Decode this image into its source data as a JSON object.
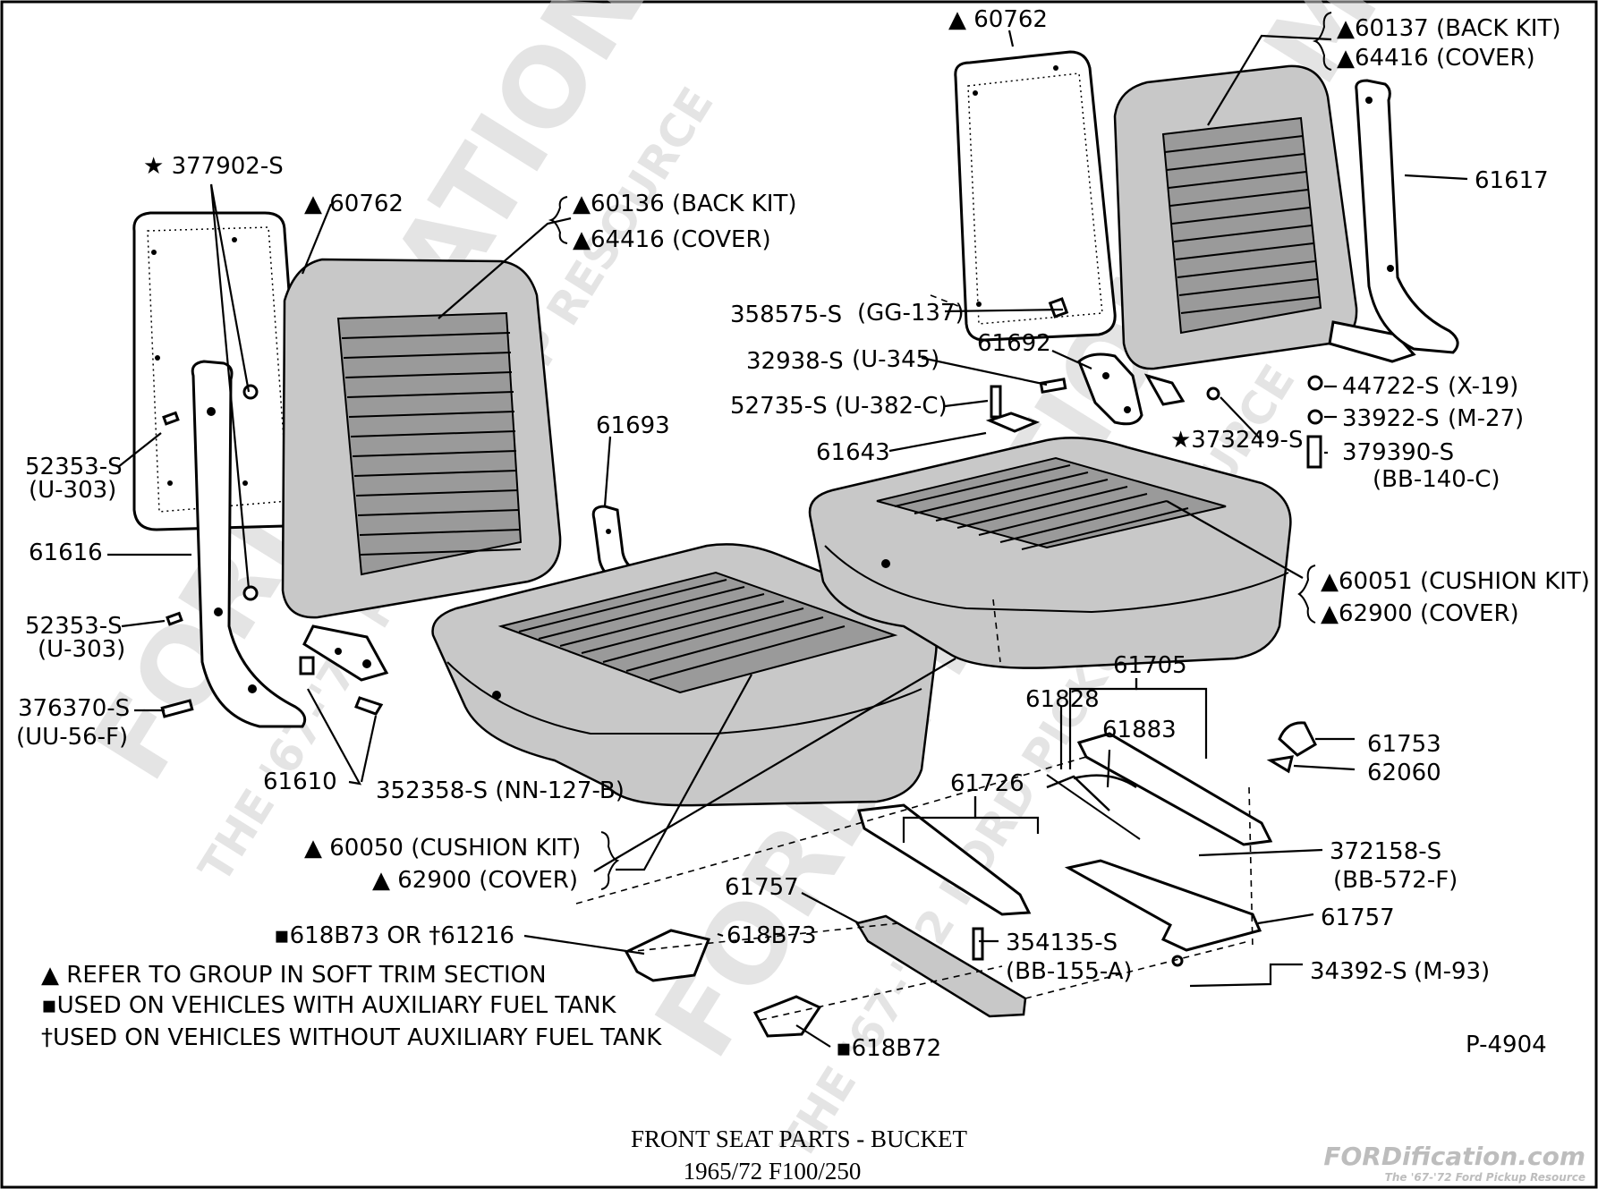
{
  "labels": {
    "l_60762_left": "▲ 60762",
    "l_377902": "★ 377902-S",
    "l_60136": "▲60136 (BACK KIT)",
    "l_64416_left": "▲64416 (COVER)",
    "l_52353_a": "52353-S",
    "l_52353_a_sub": "(U-303)",
    "l_61616": "61616",
    "l_52353_b": "52353-S",
    "l_52353_b_sub": "(U-303)",
    "l_376370": "376370-S",
    "l_376370_sub": "(UU-56-F)",
    "l_61610": "61610",
    "l_352358": "352358-S (NN-127-B)",
    "l_61693": "61693",
    "l_60050": "▲ 60050 (CUSHION KIT)",
    "l_62900_left": "▲ 62900 (COVER)",
    "l_60762_right": "▲ 60762",
    "l_60137": "▲60137 (BACK KIT)",
    "l_64416_right": "▲64416 (COVER)",
    "l_61617": "61617",
    "l_358575": "358575-S",
    "l_gg137": "(GG-137)",
    "l_61692": "61692",
    "l_32938": "32938-S",
    "l_u345": "(U-345)",
    "l_52735": "52735-S (U-382-C)",
    "l_61643": "61643",
    "l_373249": "★373249-S",
    "l_44722": "44722-S",
    "l_x19": "(X-19)",
    "l_33922": "33922-S",
    "l_m27": "(M-27)",
    "l_379390": "379390-S",
    "l_379390_sub": "(BB-140-C)",
    "l_60051": "▲60051 (CUSHION KIT)",
    "l_62900_right": "▲62900 (COVER)",
    "l_61705": "61705",
    "l_61828": "61828",
    "l_61883": "61883",
    "l_61753": "61753",
    "l_62060": "62060",
    "l_61726": "61726",
    "l_372158": "372158-S",
    "l_372158_sub": "(BB-572-F)",
    "l_61757_top": "61757",
    "l_61757_right": "61757",
    "l_618b73_or": "▪618B73 OR †61216",
    "l_618b73": "618B73",
    "l_354135": "354135-S",
    "l_354135_sub": "(BB-155-A)",
    "l_34392": "34392-S",
    "l_m93": "(M-93)",
    "l_618b72": "▪618B72",
    "l_p4904": "P-4904"
  },
  "legend": {
    "line1": "▲ REFER TO GROUP IN SOFT TRIM SECTION",
    "line2": "▪USED ON VEHICLES WITH AUXILIARY FUEL TANK",
    "line3": "†USED ON VEHICLES WITHOUT AUXILIARY FUEL TANK"
  },
  "caption": {
    "title": "FRONT SEAT PARTS - BUCKET",
    "subtitle": "1965/72 F100/250"
  },
  "watermark": {
    "main": "FORDIFICATION.COM",
    "tagline": "THE '67-'72 FORD PICKUP RESOURCE",
    "logo": "FORDification.com",
    "logo_sub": "The '67-'72 Ford Pickup Resource"
  }
}
